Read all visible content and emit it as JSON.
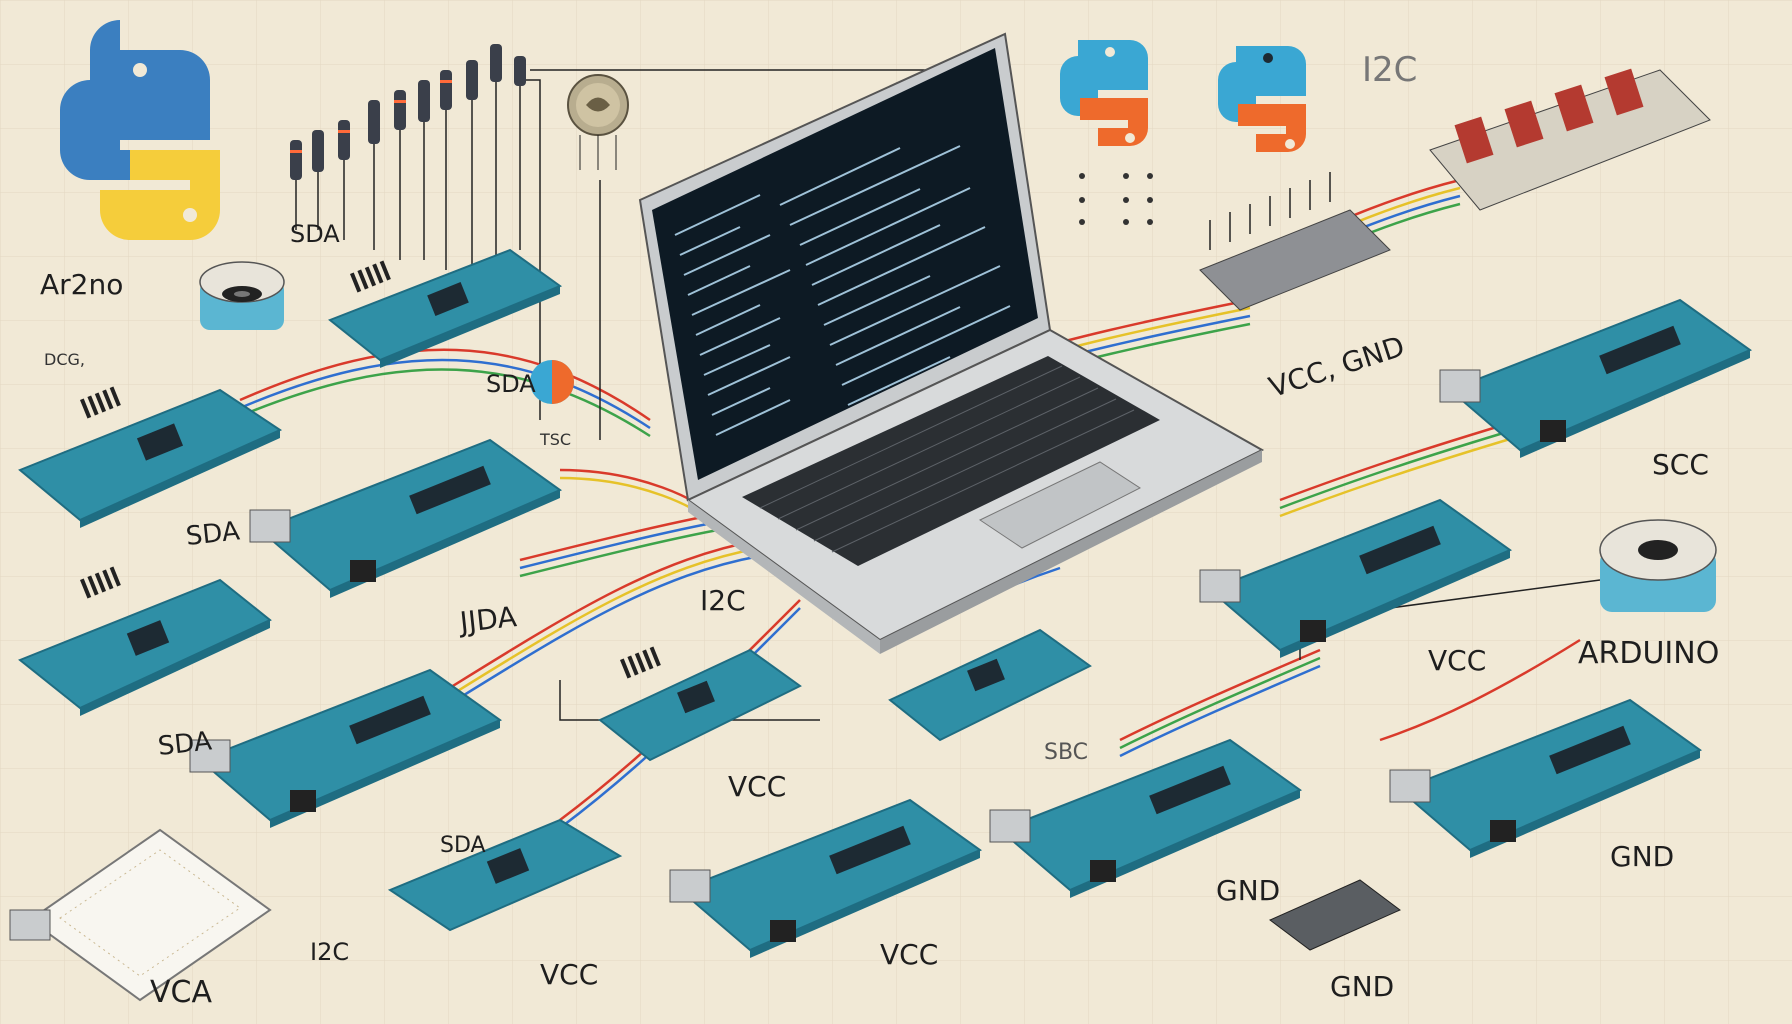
{
  "labels": {
    "ar2no": "Ar2no",
    "dcg": "DCG,",
    "sda_top": "SDA",
    "sda_mid": "SDA",
    "sda_left": "SDA",
    "sda_bottom": "SDA",
    "sda_lower": "SDA",
    "jjda": "JJDA",
    "i2c_top": "I2C",
    "i2c_center": "I2C",
    "i2c_bottom": "I2C",
    "vcc_gnd": "VCC, GND",
    "scc": "SCC",
    "arduino": "ARDUINO",
    "vcc_center": "VCC",
    "vcc_right": "VCC",
    "vcc_bottom_a": "VCC",
    "vcc_bottom_b": "VCC",
    "sbc": "SBC",
    "gnd_mid": "GND",
    "gnd_right": "GND",
    "gnd_bottom": "GND",
    "vca": "VCA",
    "tsc": "TSC"
  },
  "colors": {
    "background": "#f1e9d6",
    "board": "#2f8fa6",
    "board_dark": "#1f6d82",
    "chip": "#1d2a33",
    "laptop_body": "#cfd2d4",
    "screen": "#0d1a24",
    "wire_red": "#d93a2b",
    "wire_blue": "#2f6fd0",
    "wire_green": "#3da34a",
    "wire_yellow": "#e6c229",
    "python_blue": "#3b7fc0",
    "python_yellow": "#f5cd3b",
    "python_orange": "#ee6a2c",
    "python_cyan": "#3aa7d3"
  },
  "icons": [
    "python-logo-icon",
    "python-logo-orange-icon",
    "python-logo-small-icon",
    "coin-sensor-icon",
    "speaker-icon"
  ]
}
